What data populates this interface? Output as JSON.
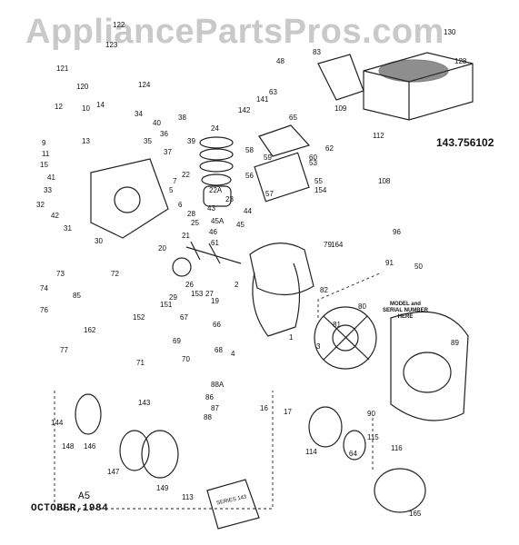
{
  "header": {
    "watermark": "AppliancePartsPros.com",
    "model_number": "143.756102"
  },
  "footer": {
    "revision": "A5",
    "date": "OCTOBER,1984"
  },
  "callouts": {
    "serial_note": "MODEL and SERIAL NUMBER HERE",
    "manual_label": "SERIES 143"
  },
  "parts": [
    {
      "ref": "122"
    },
    {
      "ref": "123"
    },
    {
      "ref": "124"
    },
    {
      "ref": "121"
    },
    {
      "ref": "120"
    },
    {
      "ref": "12"
    },
    {
      "ref": "10"
    },
    {
      "ref": "14"
    },
    {
      "ref": "9"
    },
    {
      "ref": "11"
    },
    {
      "ref": "15"
    },
    {
      "ref": "13"
    },
    {
      "ref": "41"
    },
    {
      "ref": "33"
    },
    {
      "ref": "32"
    },
    {
      "ref": "42"
    },
    {
      "ref": "31"
    },
    {
      "ref": "30"
    },
    {
      "ref": "34"
    },
    {
      "ref": "40"
    },
    {
      "ref": "36"
    },
    {
      "ref": "35"
    },
    {
      "ref": "37"
    },
    {
      "ref": "38"
    },
    {
      "ref": "39"
    },
    {
      "ref": "22"
    },
    {
      "ref": "5"
    },
    {
      "ref": "7"
    },
    {
      "ref": "6"
    },
    {
      "ref": "28"
    },
    {
      "ref": "25"
    },
    {
      "ref": "21"
    },
    {
      "ref": "20"
    },
    {
      "ref": "24"
    },
    {
      "ref": "22A"
    },
    {
      "ref": "23"
    },
    {
      "ref": "43"
    },
    {
      "ref": "45A"
    },
    {
      "ref": "46"
    },
    {
      "ref": "45"
    },
    {
      "ref": "44"
    },
    {
      "ref": "61"
    },
    {
      "ref": "48"
    },
    {
      "ref": "141"
    },
    {
      "ref": "142"
    },
    {
      "ref": "63"
    },
    {
      "ref": "65"
    },
    {
      "ref": "58"
    },
    {
      "ref": "59"
    },
    {
      "ref": "60"
    },
    {
      "ref": "56"
    },
    {
      "ref": "55"
    },
    {
      "ref": "154"
    },
    {
      "ref": "57"
    },
    {
      "ref": "62"
    },
    {
      "ref": "53"
    },
    {
      "ref": "83"
    },
    {
      "ref": "109"
    },
    {
      "ref": "130"
    },
    {
      "ref": "128"
    },
    {
      "ref": "112"
    },
    {
      "ref": "108"
    },
    {
      "ref": "96"
    },
    {
      "ref": "164"
    },
    {
      "ref": "79"
    },
    {
      "ref": "91"
    },
    {
      "ref": "50"
    },
    {
      "ref": "73"
    },
    {
      "ref": "72"
    },
    {
      "ref": "74"
    },
    {
      "ref": "85"
    },
    {
      "ref": "76"
    },
    {
      "ref": "77"
    },
    {
      "ref": "162"
    },
    {
      "ref": "26"
    },
    {
      "ref": "27"
    },
    {
      "ref": "29"
    },
    {
      "ref": "19"
    },
    {
      "ref": "153"
    },
    {
      "ref": "151"
    },
    {
      "ref": "1"
    },
    {
      "ref": "2"
    },
    {
      "ref": "67"
    },
    {
      "ref": "66"
    },
    {
      "ref": "69"
    },
    {
      "ref": "68"
    },
    {
      "ref": "70"
    },
    {
      "ref": "71"
    },
    {
      "ref": "152"
    },
    {
      "ref": "4"
    },
    {
      "ref": "3"
    },
    {
      "ref": "82"
    },
    {
      "ref": "81"
    },
    {
      "ref": "80"
    },
    {
      "ref": "89"
    },
    {
      "ref": "88A"
    },
    {
      "ref": "86"
    },
    {
      "ref": "87"
    },
    {
      "ref": "88"
    },
    {
      "ref": "16"
    },
    {
      "ref": "17"
    },
    {
      "ref": "90"
    },
    {
      "ref": "143"
    },
    {
      "ref": "144"
    },
    {
      "ref": "148"
    },
    {
      "ref": "146"
    },
    {
      "ref": "147"
    },
    {
      "ref": "149"
    },
    {
      "ref": "113"
    },
    {
      "ref": "114"
    },
    {
      "ref": "64"
    },
    {
      "ref": "115"
    },
    {
      "ref": "116"
    },
    {
      "ref": "165"
    }
  ]
}
